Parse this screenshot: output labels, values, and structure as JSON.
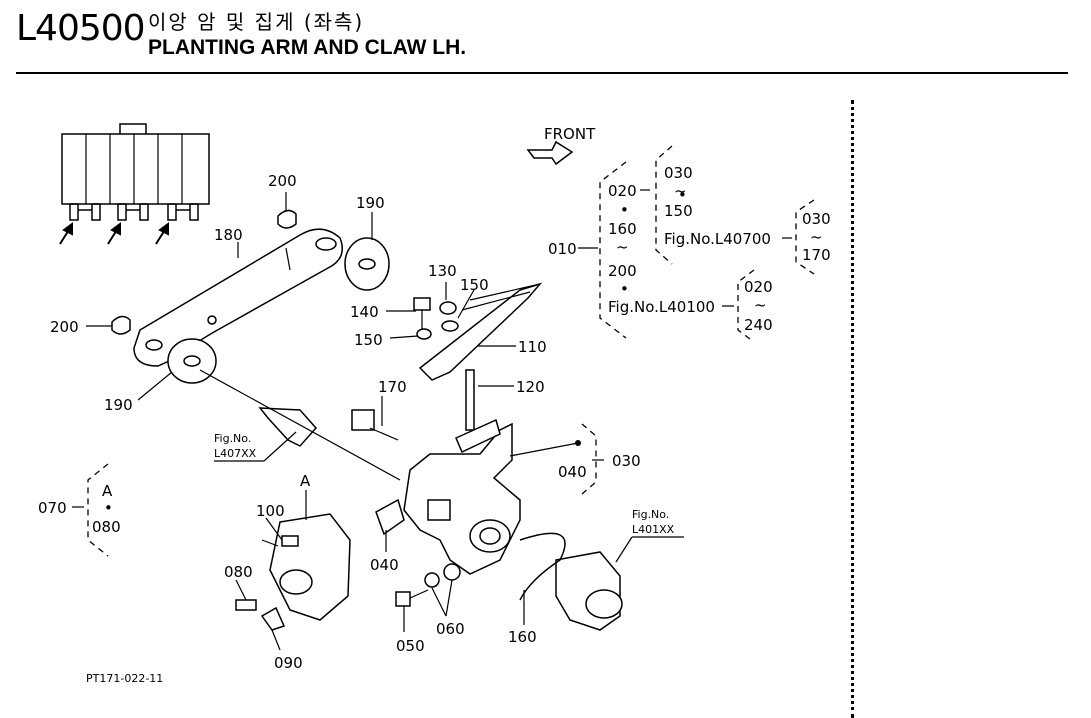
{
  "header": {
    "code": "L40500",
    "title_korean": "이앙 암 및 집게 (좌측)",
    "title_english": "PLANTING ARM AND CLAW LH."
  },
  "diagram": {
    "front_label": "FRONT",
    "figure_id": "PT171-022-11",
    "callouts": {
      "c200a": "200",
      "c190a": "190",
      "c180": "180",
      "c200b": "200",
      "c190b": "190",
      "c130": "130",
      "c150a": "150",
      "c140": "140",
      "c150b": "150",
      "c110": "110",
      "c120": "120",
      "c170": "170",
      "c100": "100",
      "c080": "080",
      "c090": "090",
      "c040": "040",
      "c050": "050",
      "c060": "060",
      "c160": "160"
    },
    "fig_refs": {
      "l407": {
        "line1": "Fig.No.",
        "line2": "L407XX"
      },
      "l401": {
        "line1": "Fig.No.",
        "line2": "L401XX"
      }
    },
    "view_marker": "A",
    "group_070": {
      "id": "070",
      "top": "A",
      "dot": "•",
      "bottom": "080"
    },
    "group_030": {
      "id": "030",
      "item": "040",
      "dot": "•"
    },
    "group_010": {
      "id": "010",
      "list": [
        "020",
        "•",
        "160",
        "~",
        "200",
        "•"
      ],
      "fig_l40700": "Fig.No.L40700",
      "fig_l40100": "Fig.No.L40100",
      "range_030_150": [
        "030",
        "~",
        "•",
        "150"
      ],
      "range_030_170": [
        "030",
        "~",
        "170"
      ],
      "range_020_240": [
        "020",
        "~",
        "240"
      ]
    }
  }
}
